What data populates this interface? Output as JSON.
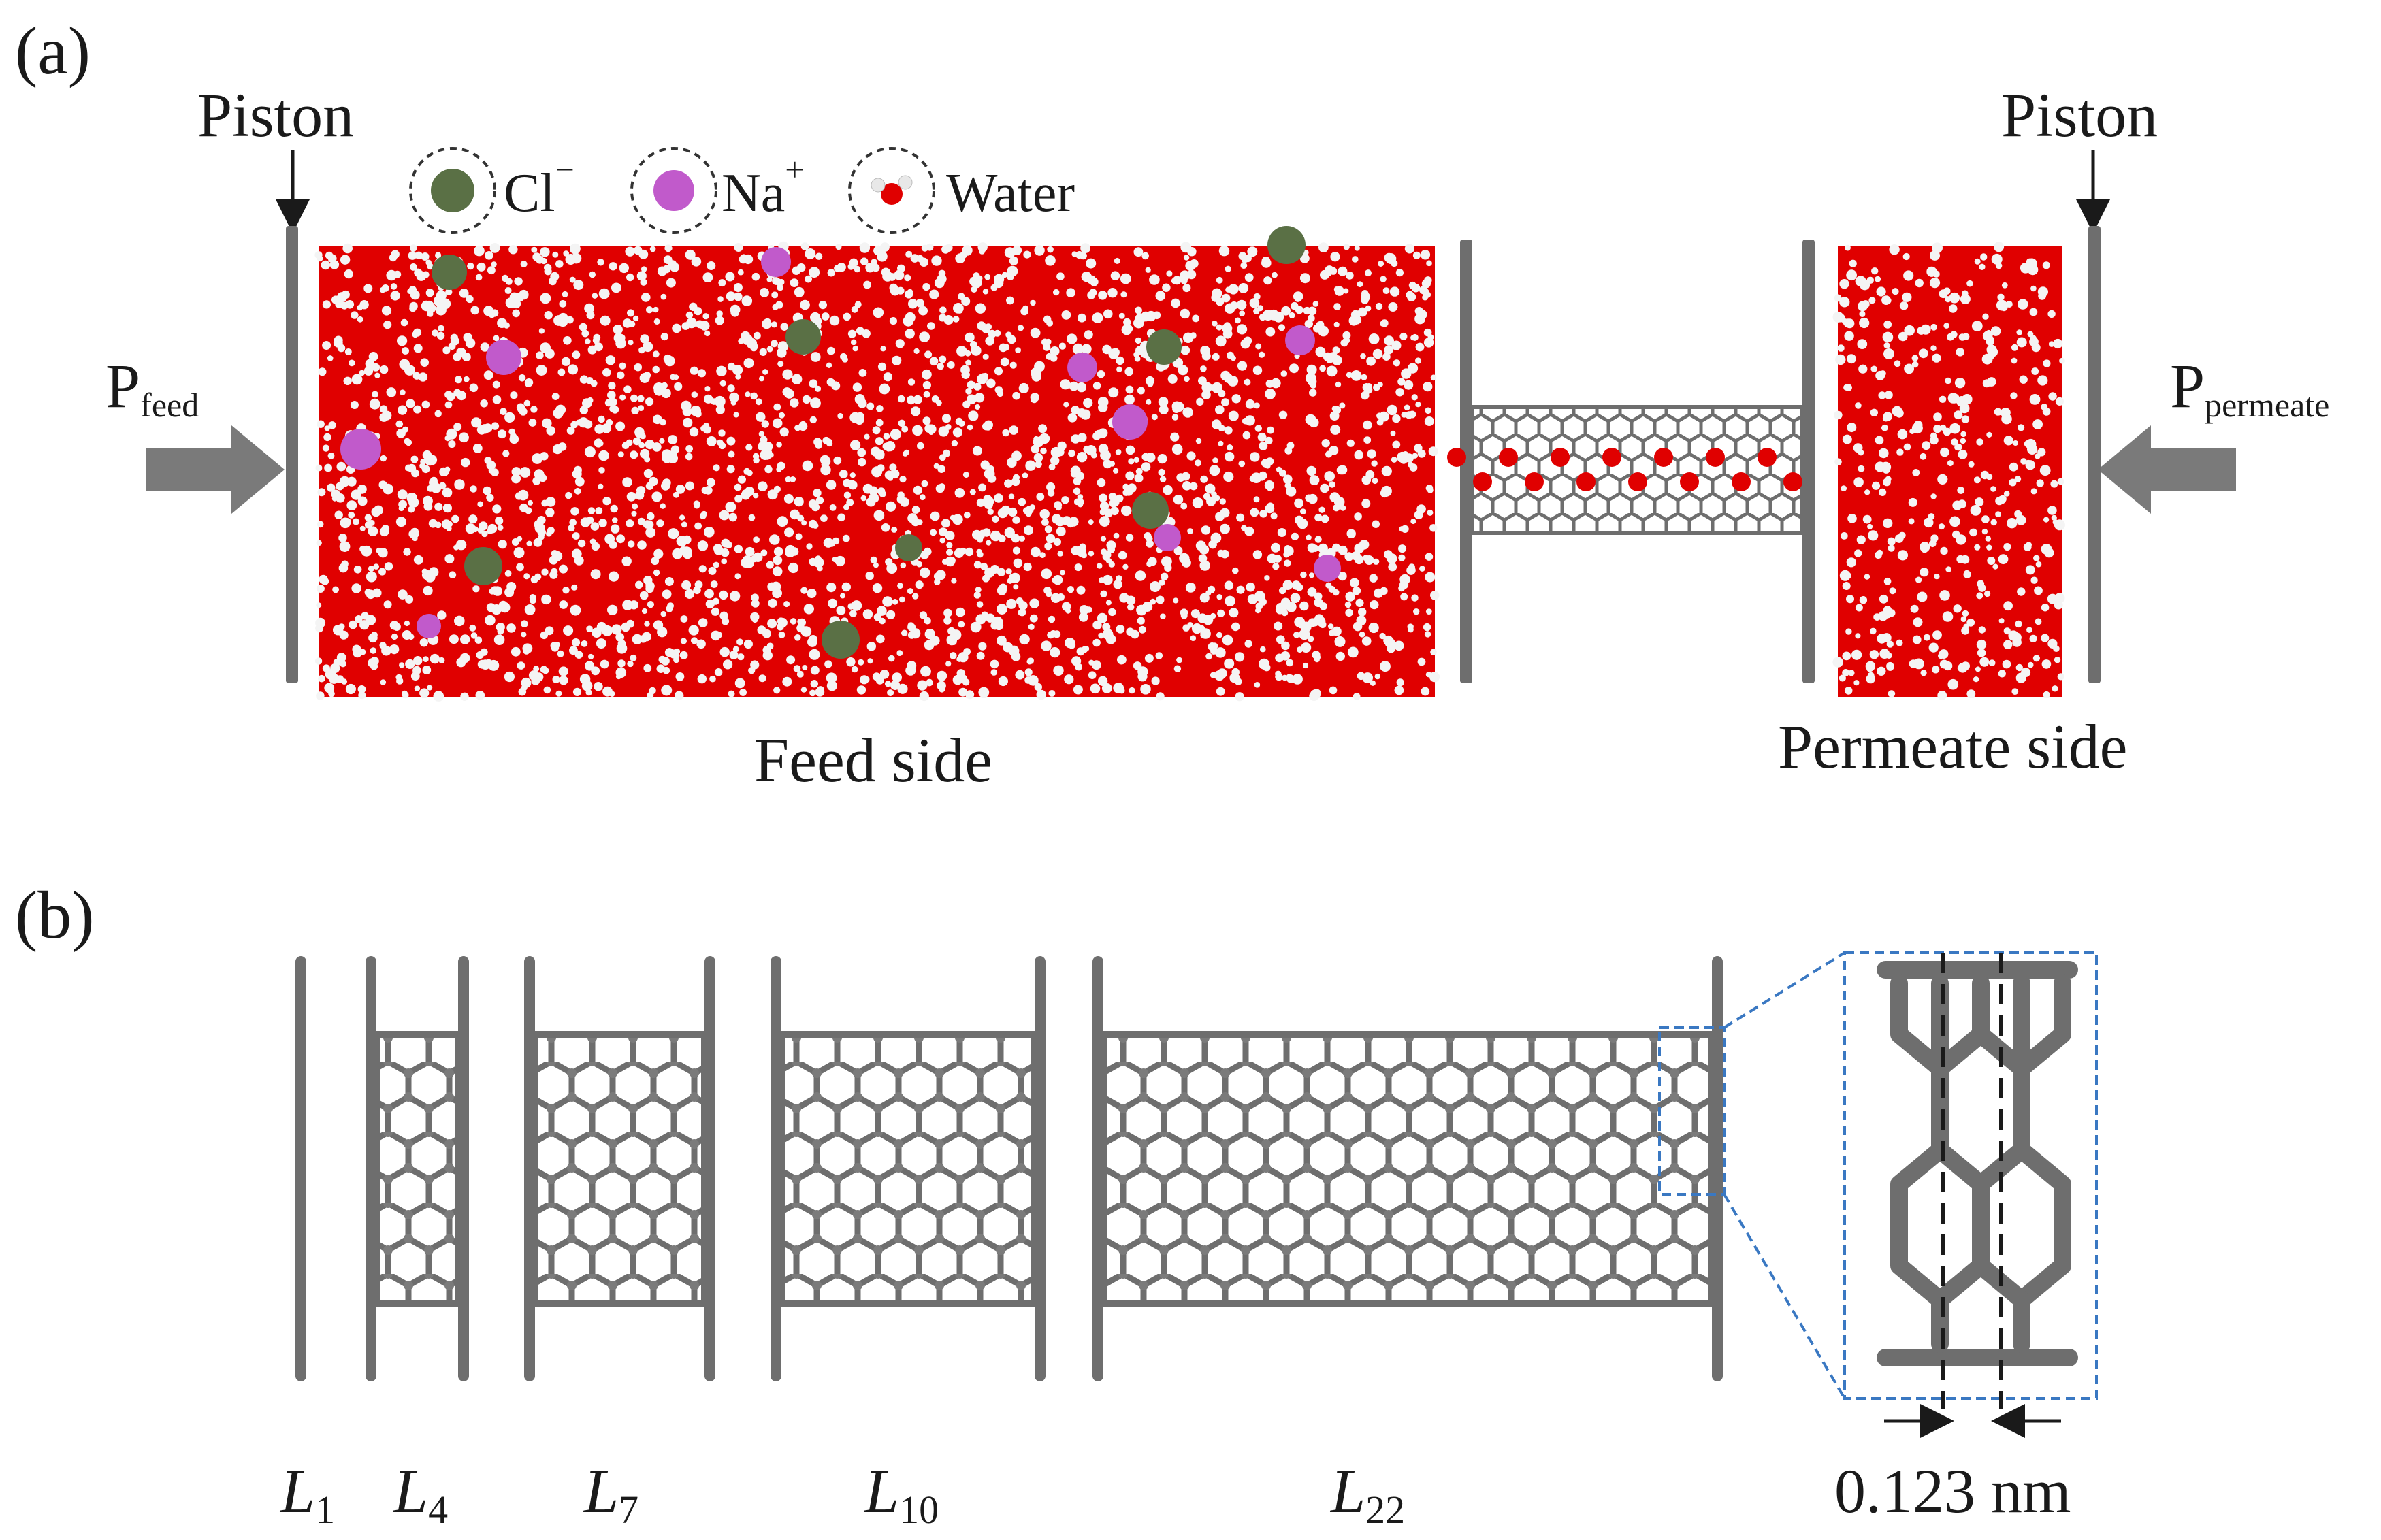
{
  "panel_a": {
    "label": "(a)",
    "piston_left": "Piston",
    "piston_right": "Piston",
    "p_feed_main": "P",
    "p_feed_sub": "feed",
    "p_permeate_main": "P",
    "p_permeate_sub": "permeate",
    "feed_side": "Feed side",
    "permeate_side": "Permeate side",
    "legend": [
      {
        "name": "Cl",
        "sup": "−",
        "color": "#5a7045"
      },
      {
        "name": "Na",
        "sup": "+",
        "color": "#c15acb"
      },
      {
        "name": "Water",
        "sup": "",
        "color": "#e00000"
      }
    ],
    "colors": {
      "oxygen": "#e00000",
      "hydrogen": "#f0f0f0",
      "carbon": "#6e6e6e",
      "arrow": "#7a7a7a"
    }
  },
  "panel_b": {
    "label": "(b)",
    "lengths": [
      {
        "main": "L",
        "sub": "1"
      },
      {
        "main": "L",
        "sub": "4"
      },
      {
        "main": "L",
        "sub": "7"
      },
      {
        "main": "L",
        "sub": "10"
      },
      {
        "main": "L",
        "sub": "22"
      }
    ],
    "scale_label": "0.123 nm",
    "colors": {
      "inset_border": "#3a78c2",
      "dashed": "#1a1a1a"
    }
  }
}
